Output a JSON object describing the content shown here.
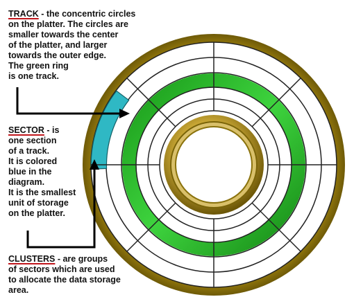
{
  "annotations": {
    "track": {
      "term": "TRACK",
      "first_rest": " - the concentric circles",
      "lines": [
        "on the platter. The circles are",
        "smaller towards the center",
        "of the platter, and larger",
        "towards the outer edge.",
        "The green ring",
        "is one track."
      ]
    },
    "sector": {
      "term": "SECTOR",
      "first_rest": " - is",
      "lines": [
        "one section",
        "of a track.",
        "It is colored",
        "blue in the",
        "diagram.",
        "It is the smallest",
        "unit of storage",
        "on the platter."
      ]
    },
    "clusters": {
      "term": "CLUSTERS",
      "first_rest": " - are groups",
      "lines": [
        "of sectors which are used",
        "to allocate the data storage",
        "area."
      ]
    }
  },
  "colors": {
    "term_underline": "#c0151b",
    "track_ring": "#22b022",
    "sector_fill": "#2fb8c4",
    "platter_gold": "#b8960f",
    "divider_lines": "#222222"
  },
  "platter": {
    "track_count": 5,
    "sector_count": 8,
    "highlighted_track": "green ring",
    "highlighted_sector": "blue segment"
  }
}
